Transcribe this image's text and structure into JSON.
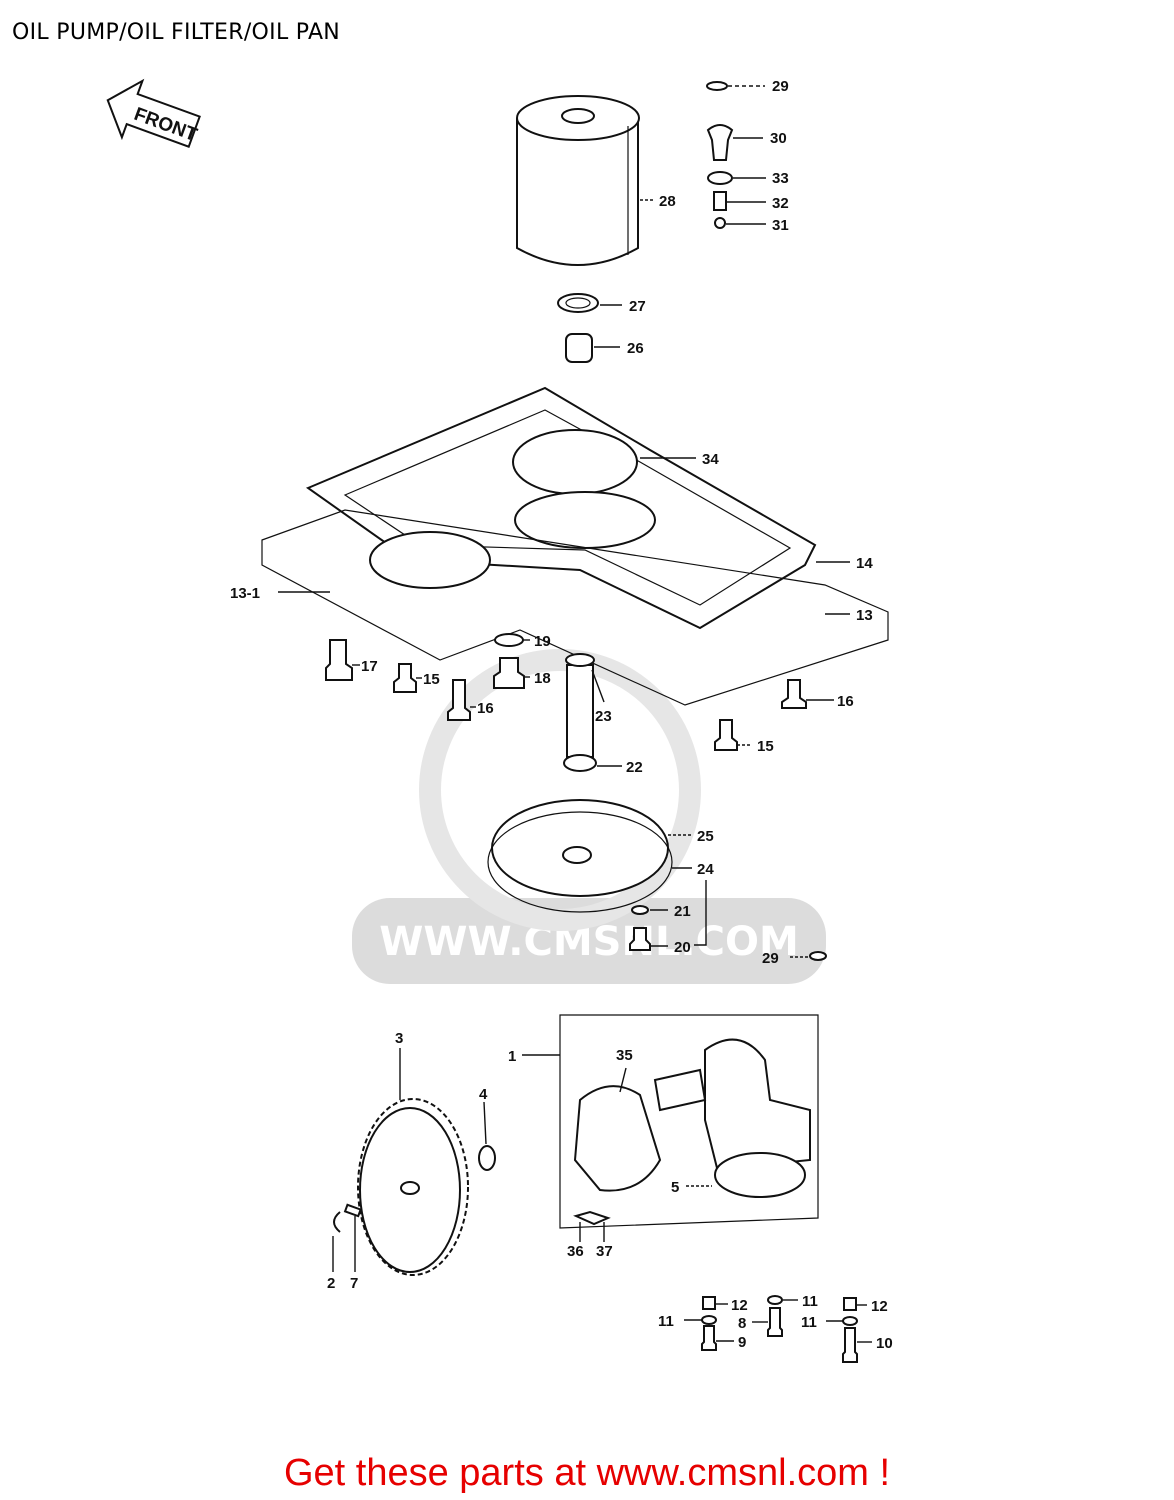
{
  "title": "OIL PUMP/OIL FILTER/OIL PAN",
  "front_arrow_label": "FRONT",
  "watermark_text": "WWW.CMSNL.COM",
  "footer_text": "Get these parts at www.cmsnl.com !",
  "colors": {
    "footer": "#e60000",
    "watermark": "#dcdcdc",
    "lines": "#111111"
  },
  "callouts": {
    "c1": "1",
    "c2": "2",
    "c3": "3",
    "c4": "4",
    "c5": "5",
    "c7": "7",
    "c8": "8",
    "c9": "9",
    "c10": "10",
    "c11a": "11",
    "c11b": "11",
    "c11c": "11",
    "c12a": "12",
    "c12b": "12",
    "c13": "13",
    "c13_1": "13-1",
    "c14": "14",
    "c15a": "15",
    "c15b": "15",
    "c16a": "16",
    "c16b": "16",
    "c17": "17",
    "c18": "18",
    "c19": "19",
    "c20": "20",
    "c21": "21",
    "c22": "22",
    "c23": "23",
    "c24": "24",
    "c25": "25",
    "c26": "26",
    "c27": "27",
    "c28": "28",
    "c29a": "29",
    "c29b": "29",
    "c30": "30",
    "c31": "31",
    "c32": "32",
    "c33": "33",
    "c34": "34",
    "c35": "35",
    "c36": "36",
    "c37": "37"
  }
}
